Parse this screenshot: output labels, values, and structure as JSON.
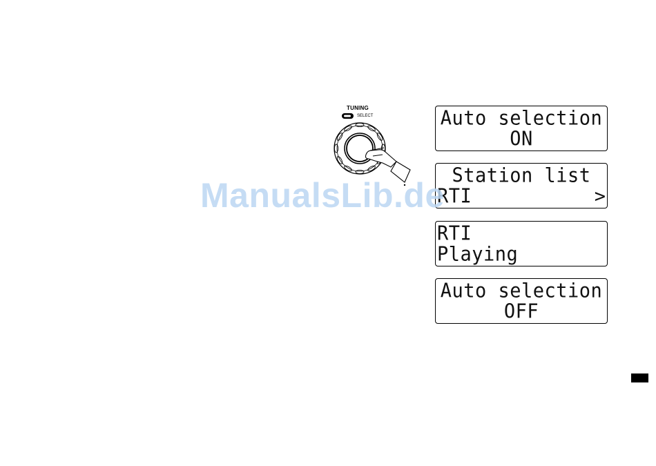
{
  "knob": {
    "tuning_label": "TUNING",
    "select_label": "SELECT",
    "icon": "push-select-icon"
  },
  "displays": [
    {
      "line1": "Auto selection",
      "line2": "ON"
    },
    {
      "line1": "Station list",
      "line2": "RTI",
      "line2_prefix_icon": "dot-cursor",
      "line2_suffix": ">"
    },
    {
      "line1": "RTI",
      "line2": "Playing"
    },
    {
      "line1": "Auto selection",
      "line2": "OFF"
    }
  ],
  "watermark": "ManualsLib.de",
  "colors": {
    "watermark": "#bcd7f3",
    "ink": "#000000",
    "tab": "#000000"
  }
}
